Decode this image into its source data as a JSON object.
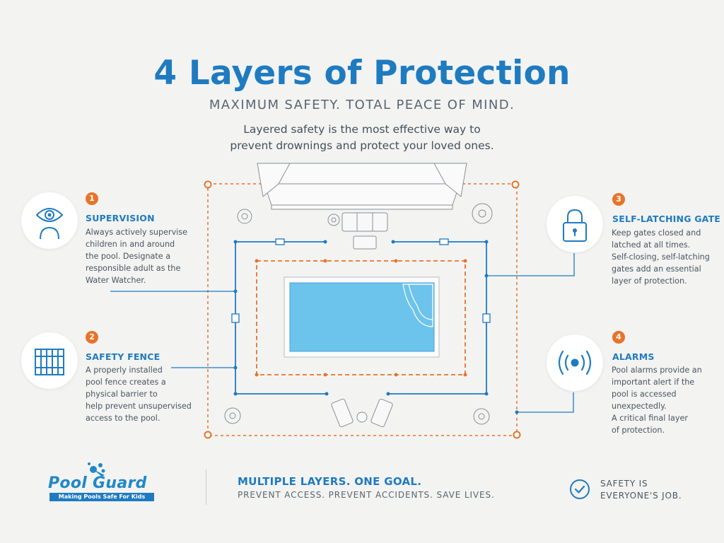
{
  "header": {
    "title": "4 Layers of Protection",
    "subtitle": "MAXIMUM SAFETY. TOTAL PEACE OF MIND.",
    "intro": "Layered safety is the most effective way to prevent drownings and protect your loved ones."
  },
  "layers": [
    {
      "number": "1",
      "heading": "SUPERVISION",
      "description": "Always actively supervise\nchildren in and around\nthe pool. Designate a\nresponsible adult as the\nWater Watcher.",
      "icon": "eye-person-icon"
    },
    {
      "number": "2",
      "heading": "SAFETY FENCE",
      "description": "A properly installed\npool fence creates a\nphysical barrier to\nhelp prevent unsupervised\naccess to the pool.",
      "icon": "fence-icon"
    },
    {
      "number": "3",
      "heading": "SELF-LATCHING GATE",
      "description": "Keep gates closed and\nlatched at all times.\nSelf-closing, self-latching\ngates add an essential\nlayer of protection.",
      "icon": "padlock-icon"
    },
    {
      "number": "4",
      "heading": "ALARMS",
      "description": "Pool alarms provide an\nimportant alert if the\npool is accessed\nunexpectedly.\nA critical final layer\nof protection.",
      "icon": "alarm-signal-icon"
    }
  ],
  "footer": {
    "brand_name": "Pool Guard",
    "brand_tagline": "Making Pools Safe For Kids",
    "headline": "MULTIPLE LAYERS. ONE GOAL.",
    "subline": "PREVENT ACCESS. PREVENT ACCIDENTS. SAVE LIVES.",
    "right_text": "SAFETY IS\nEVERYONE'S JOB.",
    "check_icon": "checkmark-circle-icon"
  },
  "colors": {
    "blue": "#1f7bc0",
    "orange": "#e6742a",
    "pool": "#6cc3ec",
    "background": "#f3f3f2"
  }
}
